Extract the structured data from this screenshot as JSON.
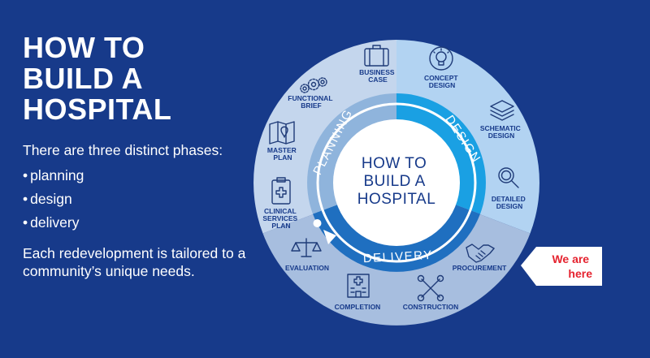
{
  "title_lines": [
    "HOW TO",
    "BUILD A",
    "HOSPITAL"
  ],
  "intro": "There are three distinct phases:",
  "phases_list": [
    "planning",
    "design",
    "delivery"
  ],
  "closing": "Each redevelopment is tailored to a community’s unique needs.",
  "wheel": {
    "center_lines": [
      "HOW TO",
      "BUILD A",
      "HOSPITAL"
    ],
    "phases": {
      "planning": "PLANNING",
      "design": "DESIGN",
      "delivery": "DELIVERY"
    },
    "steps": {
      "business_case": [
        "BUSINESS",
        "CASE"
      ],
      "concept_design": [
        "CONCEPT",
        "DESIGN"
      ],
      "functional_brief": [
        "FUNCTIONAL",
        "BRIEF"
      ],
      "schematic_design": [
        "SCHEMATIC",
        "DESIGN"
      ],
      "master_plan": [
        "MASTER",
        "PLAN"
      ],
      "detailed_design": [
        "DETAILED",
        "DESIGN"
      ],
      "clinical_services_plan": [
        "CLINICAL",
        "SERVICES",
        "PLAN"
      ],
      "procurement": [
        "PROCUREMENT"
      ],
      "evaluation": [
        "EVALUATION"
      ],
      "completion": [
        "COMPLETION"
      ],
      "construction": [
        "CONSTRUCTION"
      ]
    },
    "current_step": "procurement"
  },
  "marker": {
    "lines": [
      "We are",
      "here"
    ]
  },
  "colors": {
    "background": "#173a8a",
    "planning_sector": "#c4d6ed",
    "design_sector": "#b2d3f2",
    "delivery_sector": "#a7bedf",
    "planning_ring": "#8fb4dc",
    "design_ring": "#1aa0e3",
    "delivery_ring": "#1f6fc0",
    "marker_text": "#e5232f"
  },
  "icons": [
    "briefcase-icon",
    "lightbulb-icon",
    "gears-icon",
    "layers-icon",
    "map-icon",
    "magnifier-icon",
    "clipboard-icon",
    "handshake-icon",
    "scales-icon",
    "hospital-icon",
    "wrenches-icon"
  ]
}
